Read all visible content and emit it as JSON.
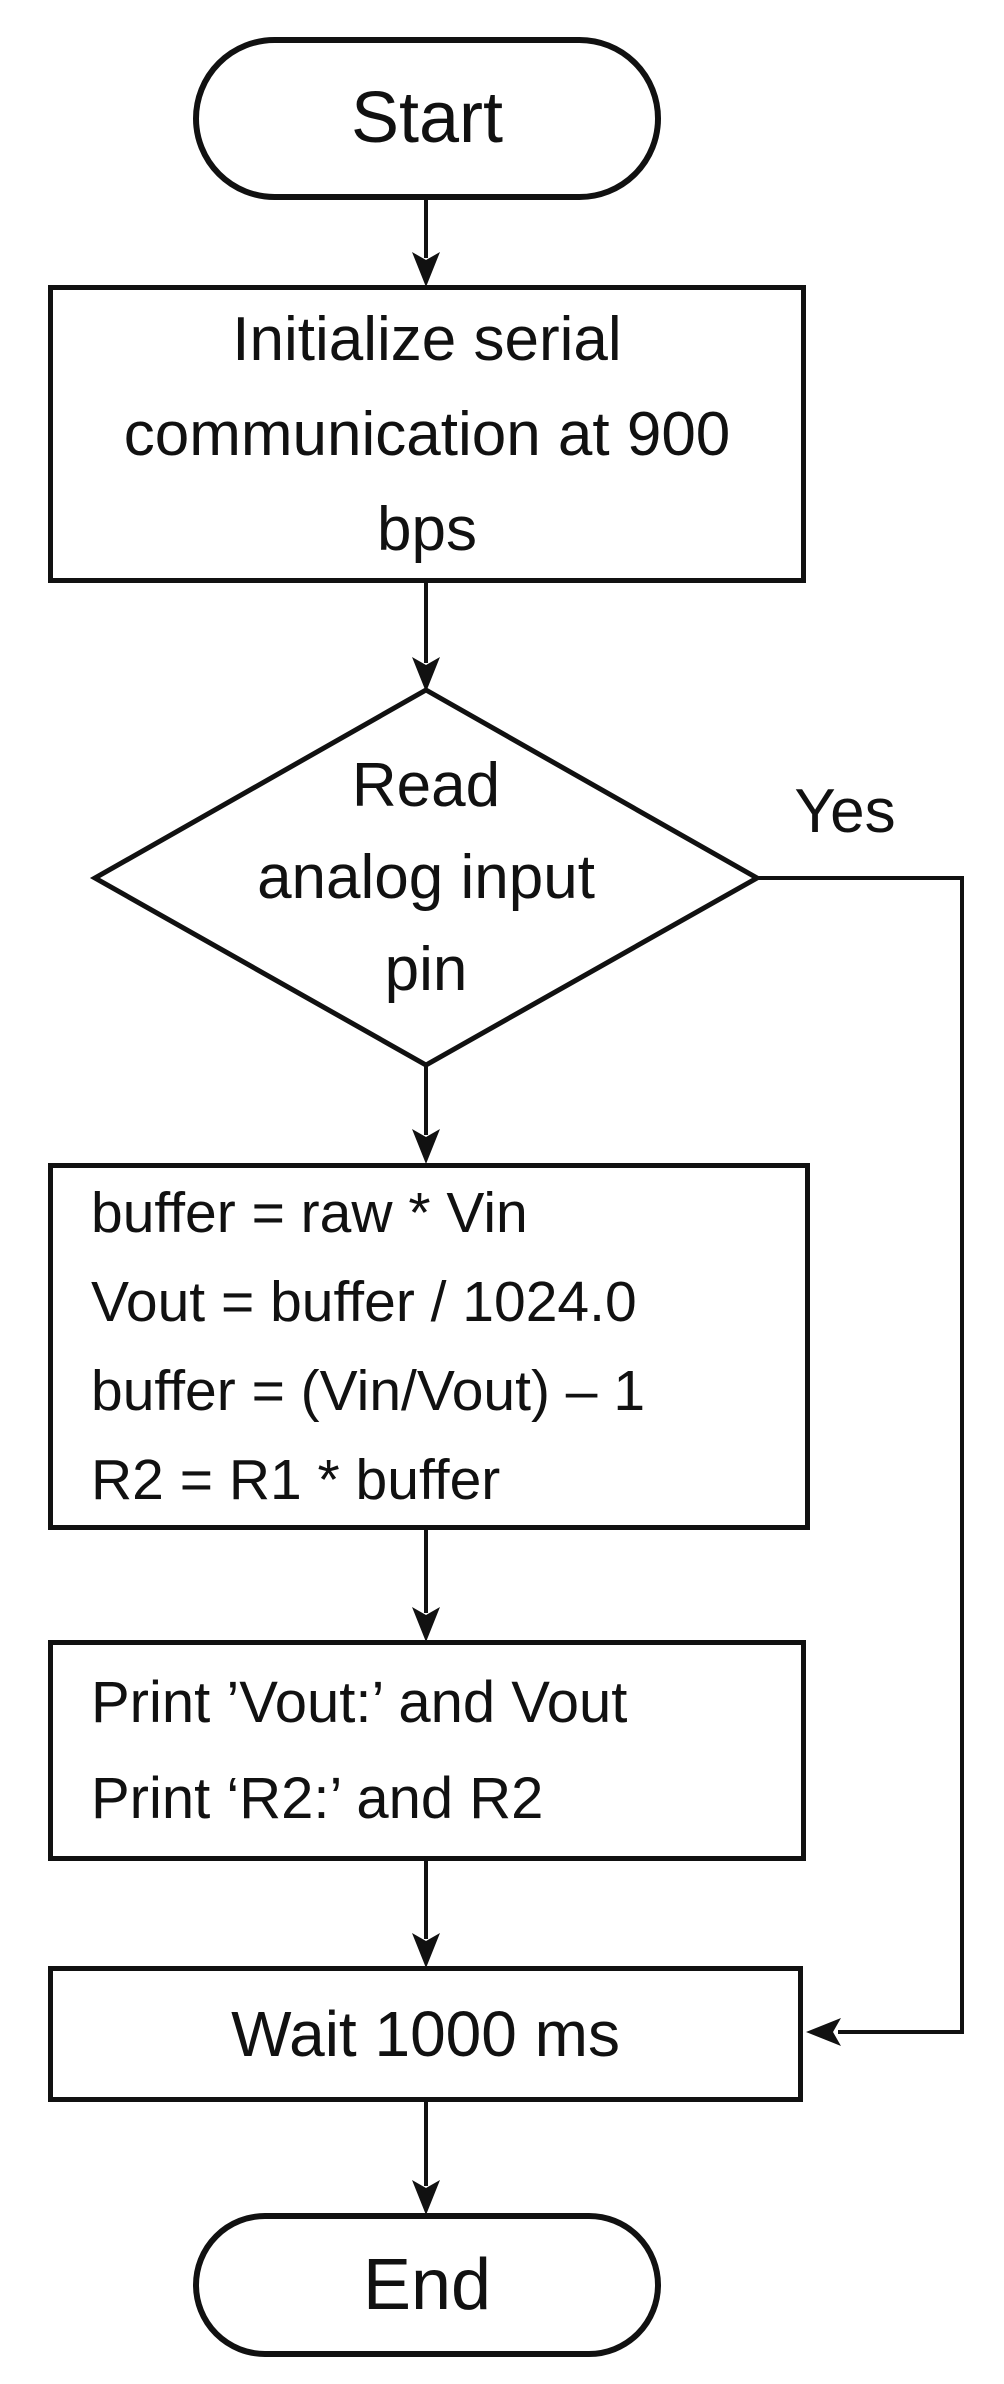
{
  "flowchart": {
    "nodes": {
      "start": {
        "type": "terminator",
        "label": "Start"
      },
      "init": {
        "type": "process",
        "lines": [
          "Initialize serial",
          "communication at 900",
          "bps"
        ]
      },
      "read": {
        "type": "decision",
        "lines": [
          "Read",
          "analog input",
          "pin"
        ]
      },
      "compute": {
        "type": "process",
        "lines": [
          "buffer = raw * Vin",
          "Vout = buffer / 1024.0",
          "buffer = (Vin/Vout) – 1",
          "R2 = R1 * buffer"
        ]
      },
      "print": {
        "type": "process",
        "lines": [
          "Print ’Vout:’ and Vout",
          "Print ‘R2:’ and R2"
        ]
      },
      "wait": {
        "type": "process",
        "label": "Wait 1000 ms"
      },
      "end": {
        "type": "terminator",
        "label": "End"
      }
    },
    "edges": [
      {
        "from": "start",
        "to": "init",
        "label": ""
      },
      {
        "from": "init",
        "to": "read",
        "label": ""
      },
      {
        "from": "read",
        "to": "compute",
        "label": ""
      },
      {
        "from": "read",
        "to": "wait",
        "label": "Yes"
      },
      {
        "from": "compute",
        "to": "print",
        "label": ""
      },
      {
        "from": "print",
        "to": "wait",
        "label": ""
      },
      {
        "from": "wait",
        "to": "end",
        "label": ""
      }
    ],
    "colors": {
      "stroke": "#111111",
      "background": "#ffffff"
    }
  }
}
